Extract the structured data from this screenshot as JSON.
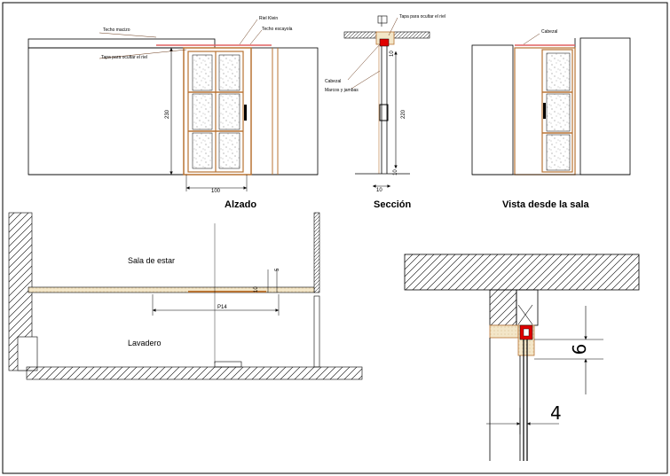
{
  "colors": {
    "line": "#000000",
    "frame": "#b87333",
    "leader": "#6a3a1a",
    "ceiling": "#e06060",
    "glass": "#f4f4f4",
    "beige": "#f3e6c8",
    "red": "#e00000"
  },
  "titles": {
    "alzado": "Alzado",
    "seccion": "Sección",
    "vista": "Vista desde la sala"
  },
  "labels": {
    "techo_macizo": "Techo macizo",
    "riel_klein": "Riel Klein",
    "techo_escayola": "Techo escayola",
    "tapa_ocultar": "Tapa para ocultar el riel",
    "tapa_ocultar_sec": "Tapa para ocultar el riel",
    "cabezal_sec": "Cabezal",
    "marcos_jambas": "Marcos y jambas",
    "cabezal_vista": "Cabezal"
  },
  "dims": {
    "alzado_h": "230",
    "alzado_w": "100",
    "sec_h": "220",
    "sec_top": "10",
    "sec_bot": "10",
    "sec_w": "10",
    "plan_width": "P14",
    "plan_small": "10",
    "plan_top": "5",
    "detail_v": "6",
    "detail_h": "4"
  },
  "rooms": {
    "sala": "Sala de estar",
    "lavadero": "Lavadero"
  }
}
